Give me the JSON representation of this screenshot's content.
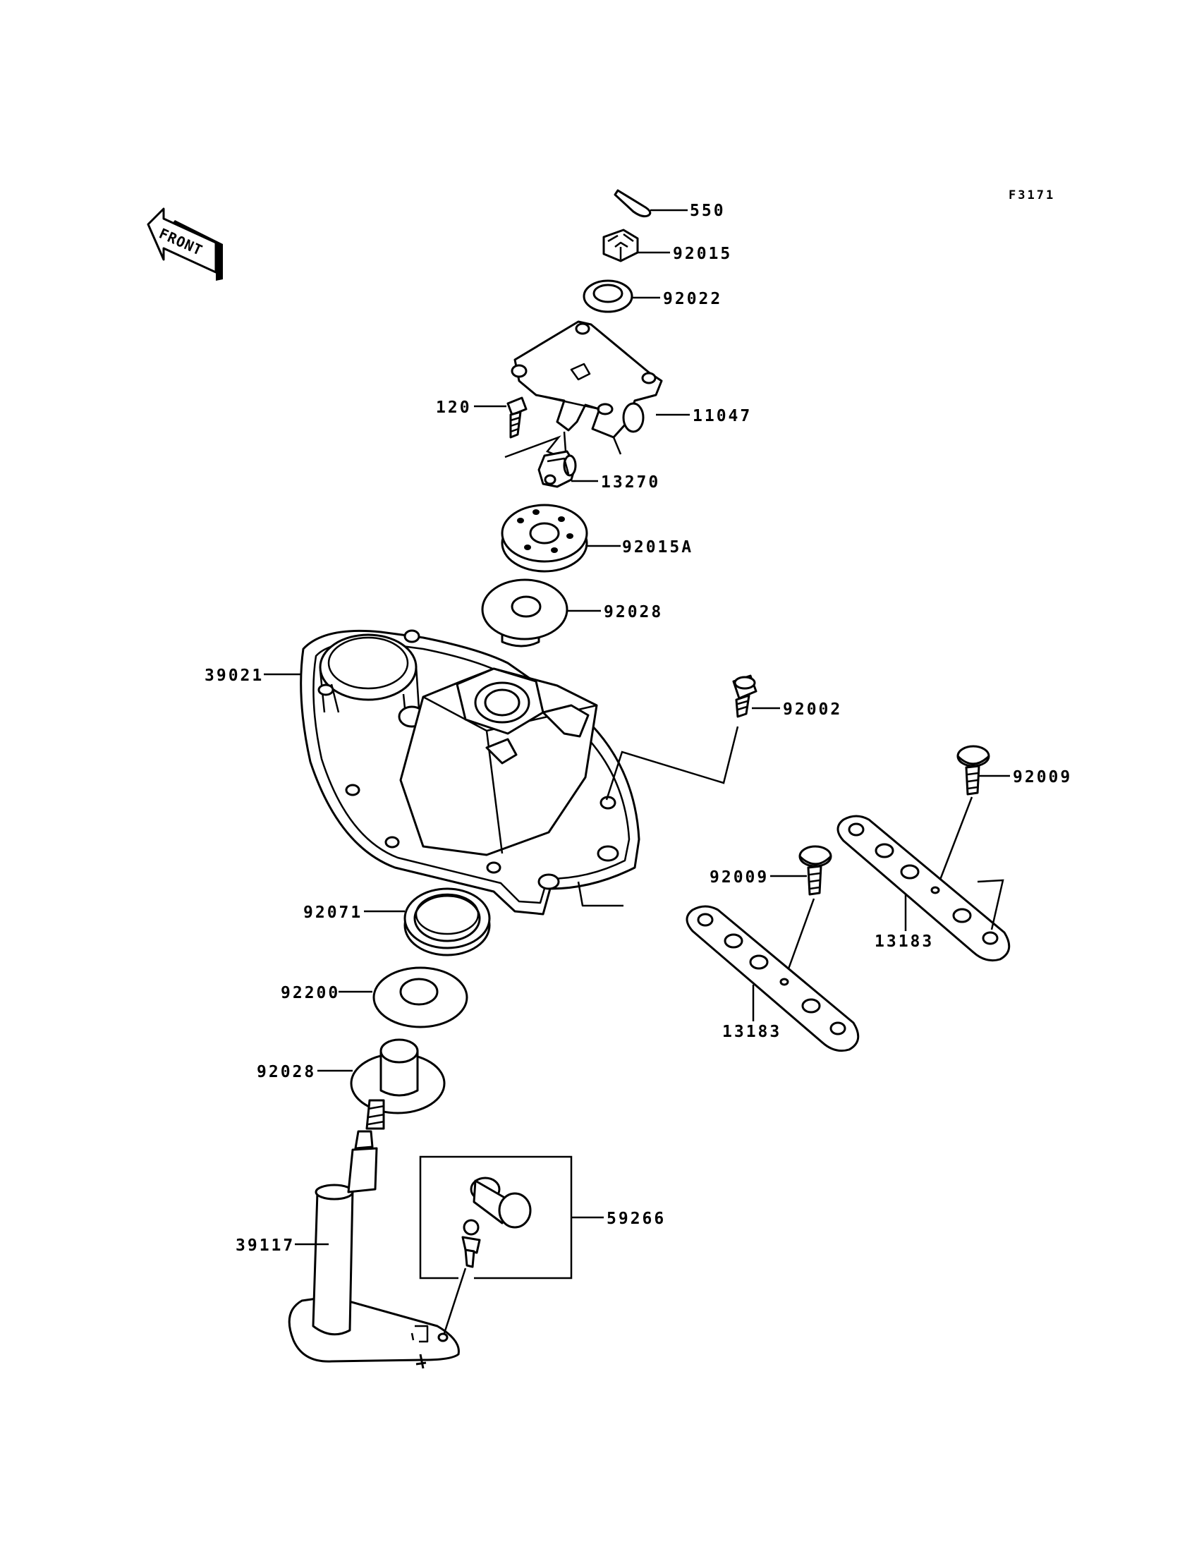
{
  "figure_code": "F3171",
  "front_indicator": {
    "text": "FRONT"
  },
  "callouts": [
    {
      "id": "c550",
      "part": "550"
    },
    {
      "id": "c92015",
      "part": "92015"
    },
    {
      "id": "c92022",
      "part": "92022"
    },
    {
      "id": "c120",
      "part": "120"
    },
    {
      "id": "c11047",
      "part": "11047"
    },
    {
      "id": "c13270",
      "part": "13270"
    },
    {
      "id": "c92015a",
      "part": "92015A"
    },
    {
      "id": "c92028a",
      "part": "92028"
    },
    {
      "id": "c39021",
      "part": "39021"
    },
    {
      "id": "c92002",
      "part": "92002"
    },
    {
      "id": "c92009a",
      "part": "92009"
    },
    {
      "id": "c92009b",
      "part": "92009"
    },
    {
      "id": "c13183a",
      "part": "13183"
    },
    {
      "id": "c13183b",
      "part": "13183"
    },
    {
      "id": "c92071",
      "part": "92071"
    },
    {
      "id": "c92200",
      "part": "92200"
    },
    {
      "id": "c92028b",
      "part": "92028"
    },
    {
      "id": "c59266",
      "part": "59266"
    },
    {
      "id": "c39117",
      "part": "39117"
    }
  ]
}
